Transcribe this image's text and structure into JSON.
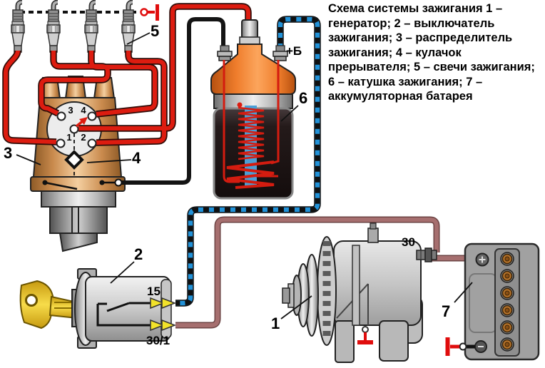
{
  "figure": {
    "description_text": "Схема системы зажигания 1 – генератор; 2 – выключатель зажигания; 3 – распределитель зажигания; 4 – кулачок прерывателя; 5 – свечи зажигания; 6 – катушка зажигания; 7 – аккумуляторная батарея"
  },
  "callouts": {
    "generator": "1",
    "ignition_switch": "2",
    "distributor": "3",
    "breaker_cam": "4",
    "spark_plugs": "5",
    "ignition_coil": "6",
    "battery": "7"
  },
  "terminal_labels": {
    "coil_battery_plus": "+Б",
    "switch_15": "15",
    "switch_30_1": "30/1",
    "generator_30": "30"
  },
  "distributor_terminals": {
    "one": "1",
    "two": "2",
    "three": "3",
    "four": "4"
  },
  "colors": {
    "high_voltage_wire": "#dd1c10",
    "primary_wire": "#141414",
    "switch_wire_blue": "#2292d8",
    "power_wire": "#a66f6f",
    "ground_symbol": "#e00d0d",
    "coil_insulator_orange": "#ef7d2c",
    "distributor_cap_tan": "#cf9053",
    "key_gold": "#f2d327",
    "battery_cell_copper": "#b5722a"
  }
}
